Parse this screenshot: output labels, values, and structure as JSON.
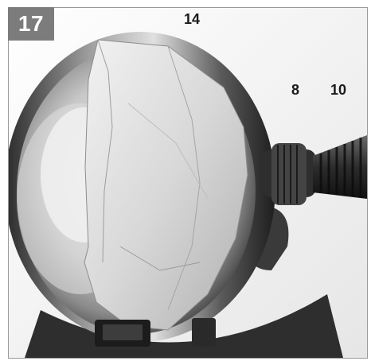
{
  "figure": {
    "step_number": "17",
    "callouts": {
      "filter_bag": "14",
      "hose_connector": "8",
      "hose": "10"
    }
  }
}
